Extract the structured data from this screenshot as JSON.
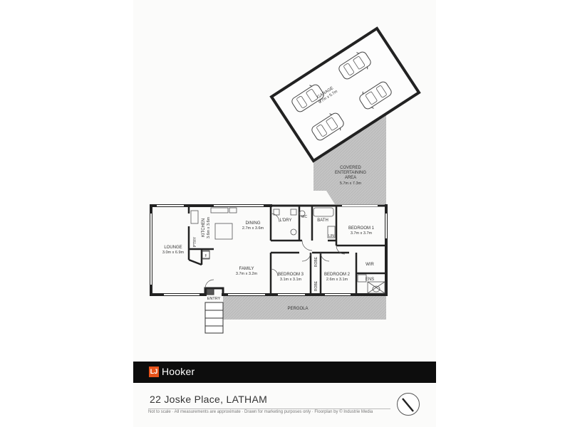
{
  "rooms": {
    "garage": {
      "name": "GARAGE",
      "dims": "9.7m x 5.7m"
    },
    "covered": {
      "line1": "COVERED",
      "line2": "ENTERTAINING",
      "line3": "AREA",
      "dims": "5.7m x 7.3m"
    },
    "dining": {
      "name": "DINING",
      "dims": "2.7m x 3.6m"
    },
    "laundry": {
      "name": "L'DRY"
    },
    "wc": {
      "name": "WC"
    },
    "bath": {
      "name": "BATH"
    },
    "linen": {
      "name": "LIN"
    },
    "bedroom1": {
      "name": "BEDROOM 1",
      "dims": "3.7m x 3.7m"
    },
    "kitchen": {
      "name": "KITCHEN",
      "dims": "3.6m x 3.6m"
    },
    "pantry": {
      "name": "P'TRY"
    },
    "fridge": {
      "name": "F"
    },
    "lounge": {
      "name": "LOUNGE",
      "dims": "3.0m x 6.9m"
    },
    "family": {
      "name": "FAMILY",
      "dims": "3.7m x 3.2m"
    },
    "bedroom3": {
      "name": "BEDROOM 3",
      "dims": "3.1m x 3.1m"
    },
    "bedroom2": {
      "name": "BEDROOM 2",
      "dims": "2.6m x 3.1m"
    },
    "robe_a": {
      "name": "ROBE"
    },
    "robe_b": {
      "name": "ROBE"
    },
    "wir": {
      "name": "WIR"
    },
    "ensuite": {
      "name": "ENS"
    },
    "entry": {
      "name": "ENTRY"
    },
    "pergola": {
      "name": "PERGOLA"
    }
  },
  "brand": {
    "mark": "LJ",
    "name": "Hooker"
  },
  "address": "22 Joske Place, LATHAM",
  "disclaimer": "Not to scale  ·  All measurements are approximate  ·  Drawn for marketing purposes only  ·  Floorplan by © Industrie Media",
  "colors": {
    "wall": "#222222",
    "shade": "#bdbdbd",
    "brand_bar": "#0d0d0d",
    "brand_accent": "#e8541c"
  }
}
